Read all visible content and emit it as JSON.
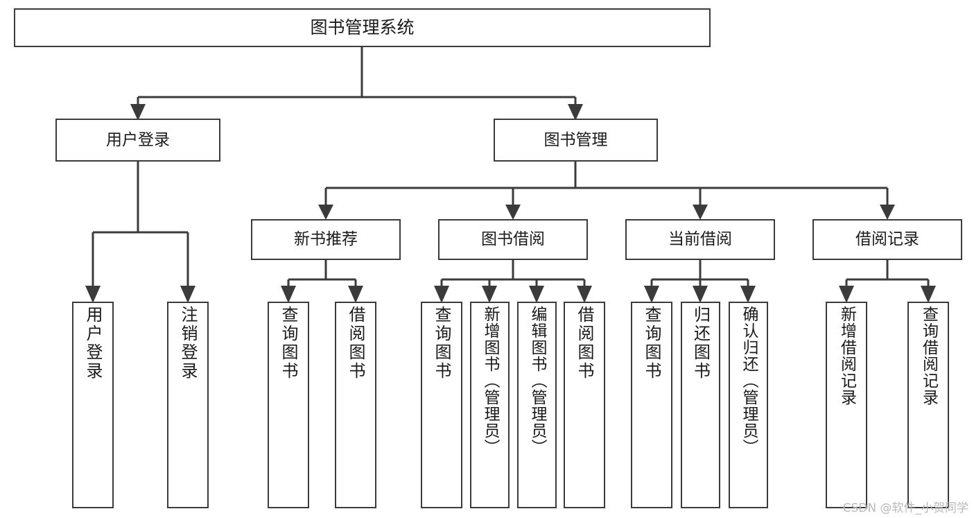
{
  "diagram": {
    "title": "图书管理系统",
    "type": "tree-hierarchy",
    "root": {
      "label": "图书管理系统"
    },
    "level2": [
      {
        "label": "用户登录"
      },
      {
        "label": "图书管理"
      }
    ],
    "level3": [
      {
        "label": "新书推荐"
      },
      {
        "label": "图书借阅"
      },
      {
        "label": "当前借阅"
      },
      {
        "label": "借阅记录"
      }
    ],
    "leaves": {
      "user_login": [
        {
          "label": "用户登录"
        },
        {
          "label": "注销登录"
        }
      ],
      "new_book_recommend": [
        {
          "label": "查询图书"
        },
        {
          "label": "借阅图书"
        }
      ],
      "book_borrow": [
        {
          "label": "查询图书"
        },
        {
          "label": "新增图书（管理员）"
        },
        {
          "label": "编辑图书（管理员）"
        },
        {
          "label": "借阅图书"
        }
      ],
      "current_borrow": [
        {
          "label": "查询图书"
        },
        {
          "label": "归还图书"
        },
        {
          "label": "确认归还（管理员）"
        }
      ],
      "borrow_record": [
        {
          "label": "新增借阅记录"
        },
        {
          "label": "查询借阅记录"
        }
      ]
    }
  },
  "watermark": {
    "text": "CSDN @软件_小贺同学"
  },
  "colors": {
    "stroke": "#3b3b3b",
    "fill": "#ffffff",
    "text": "#1a1a1a",
    "watermark": "#b9b9b9"
  }
}
